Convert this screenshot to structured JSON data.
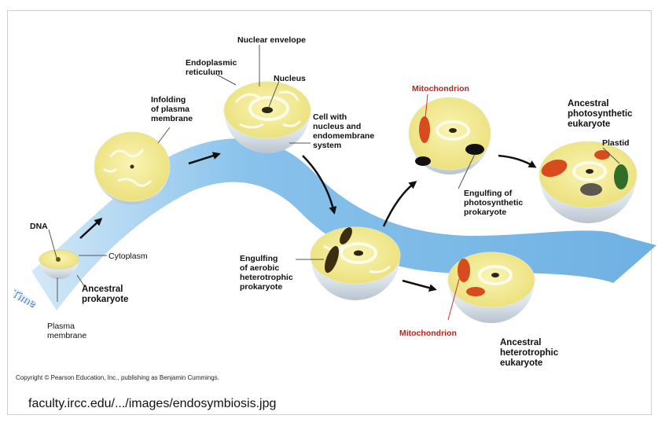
{
  "labels": {
    "dna": "DNA",
    "cytoplasm": "Cytoplasm",
    "ancestral_prokaryote": "Ancestral\nprokaryote",
    "plasma_membrane": "Plasma\nmembrane",
    "time": "Time",
    "infolding": "Infolding\nof plasma\nmembrane",
    "endoplasmic_reticulum": "Endoplasmic\nreticulum",
    "nuclear_envelope": "Nuclear envelope",
    "nucleus": "Nucleus",
    "cell_with_nucleus": "Cell with\nnucleus and\nendomembrane\nsystem",
    "engulfing_aerobic": "Engulfing\nof aerobic\nheterotrophic\nprokaryote",
    "mitochondrion_top": "Mitochondrion",
    "engulfing_photosynthetic": "Engulfing of\nphotosynthetic\nprokaryote",
    "ancestral_photosynthetic": "Ancestral\nphotosynthetic\neukaryote",
    "plastid": "Plastid",
    "mitochondrion_bottom": "Mitochondrion",
    "ancestral_heterotrophic": "Ancestral\nheterotrophic\neukaryote"
  },
  "copyright": "Copyright © Pearson Education, Inc., publishing as Benjamin Cummings.",
  "source_caption": "faculty.ircc.edu/.../images/endosymbiosis.jpg",
  "colors": {
    "band": "#6fb3e6",
    "cytoplasm": "#f2ec96",
    "membrane": "#e7ebef",
    "nucleus": "#2c2614",
    "mitochondrion": "#d84b1f",
    "plastid": "#2f6d28",
    "label_red": "#b8221c"
  }
}
